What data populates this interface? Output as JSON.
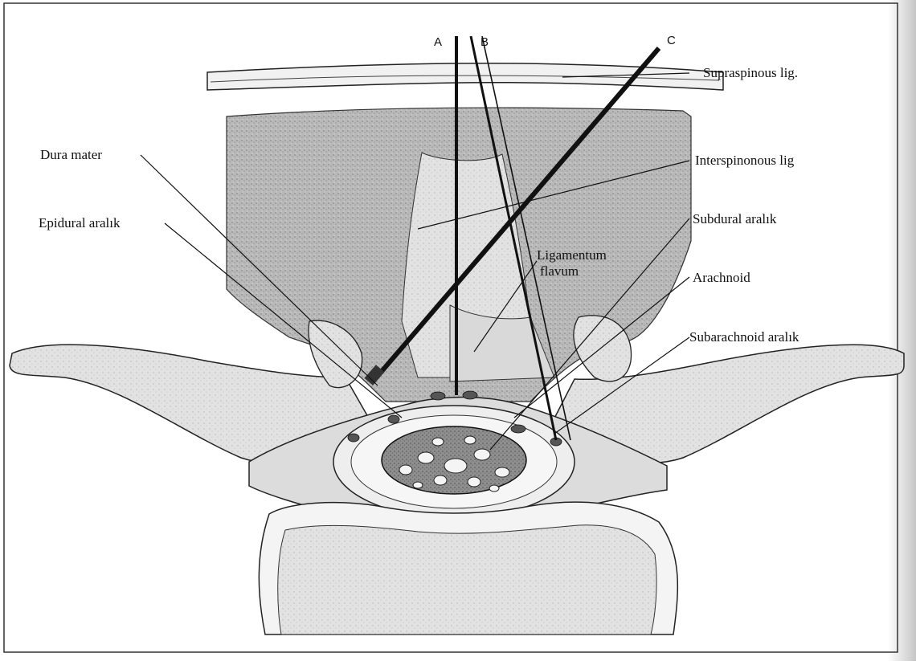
{
  "needles": [
    {
      "id": "needle-a",
      "letter": "A"
    },
    {
      "id": "needle-b",
      "letter": "B"
    },
    {
      "id": "needle-c",
      "letter": "C"
    }
  ],
  "labels": {
    "supraspinous": "Supraspinous lig.",
    "dura_mater": "Dura mater",
    "interspinous": "Interspinonous lig",
    "epidural": "Epidural aralık",
    "subdural": "Subdural aralık",
    "ligamentum_line1": "Ligamentum",
    "ligamentum_line2": "flavum",
    "arachnoid": "Arachnoid",
    "subarachnoid": "Subarachnoid aralık"
  },
  "colors": {
    "tissue_gray": "#b3b3b3",
    "bone_light": "#e4e4e4",
    "line": "#1a1a1a",
    "page_shade": "#c8c8c8"
  }
}
